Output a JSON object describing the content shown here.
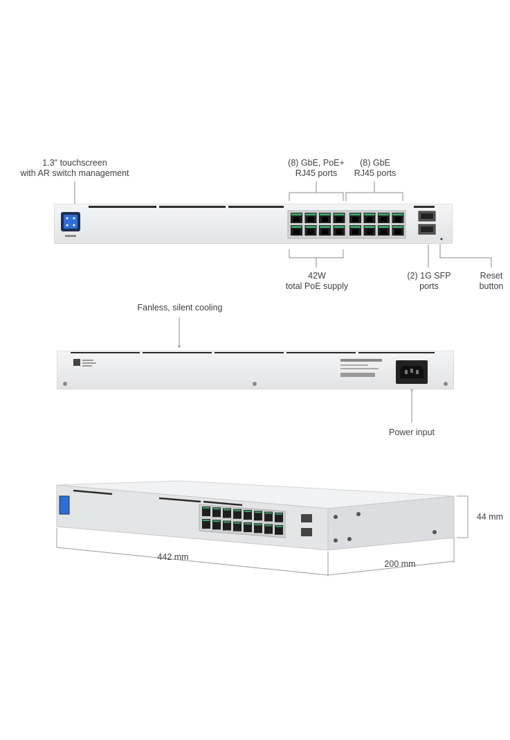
{
  "front": {
    "touchscreen_label_line1": "1.3\" touchscreen",
    "touchscreen_label_line2": "with AR switch management",
    "poe_ports_line1": "(8) GbE, PoE+",
    "poe_ports_line2": "RJ45 ports",
    "gbe_ports_line1": "(8) GbE",
    "gbe_ports_line2": "RJ45 ports",
    "poe_supply_line1": "42W",
    "poe_supply_line2": "total PoE supply",
    "sfp_line1": "(2) 1G SFP",
    "sfp_line2": "ports",
    "reset_line1": "Reset",
    "reset_line2": "button"
  },
  "back": {
    "cooling_label": "Fanless, silent cooling",
    "power_label": "Power input"
  },
  "dimensions": {
    "width_label": "442 mm",
    "depth_label": "200 mm",
    "height_label": "44 mm"
  },
  "colors": {
    "chassis": "#e9eaec",
    "port_green": "#3fa26a",
    "line": "#7a7a7a",
    "screen": "#2d6fd6"
  }
}
